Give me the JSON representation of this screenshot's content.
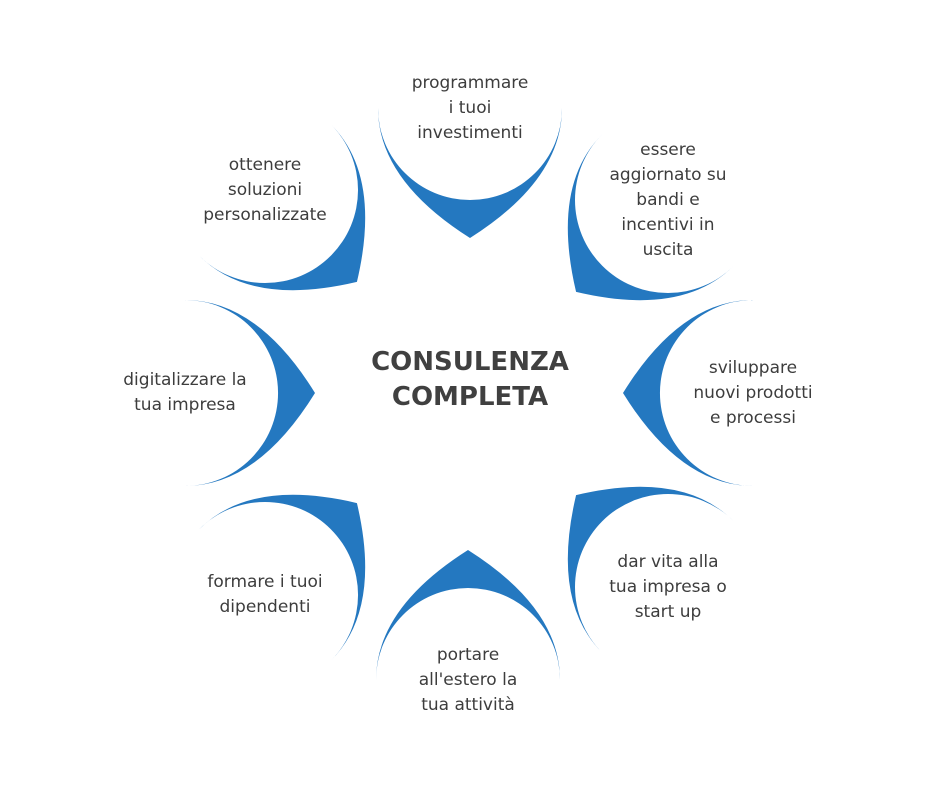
{
  "colors": {
    "pin_blue": "#2478c0",
    "circle_fill": "#ffffff",
    "text": "#3d3d3d",
    "title": "#404040"
  },
  "center": {
    "title": "CONSULENZA\nCOMPLETA"
  },
  "items": [
    {
      "id": "top",
      "label": "programmare\ni tuoi\ninvestimenti"
    },
    {
      "id": "upper-right",
      "label": "essere\naggiornato su\nbandi e\nincentivi in\nuscita"
    },
    {
      "id": "right",
      "label": "sviluppare\nnuovi prodotti\ne processi"
    },
    {
      "id": "lower-right",
      "label": "dar vita alla\ntua impresa o\nstart up"
    },
    {
      "id": "bottom",
      "label": "portare\nall'estero la\ntua attività"
    },
    {
      "id": "lower-left",
      "label": "formare i tuoi\ndipendenti"
    },
    {
      "id": "left",
      "label": "digitalizzare la\ntua impresa"
    },
    {
      "id": "upper-left",
      "label": "ottenere\nsoluzioni\npersonalizzate"
    }
  ]
}
